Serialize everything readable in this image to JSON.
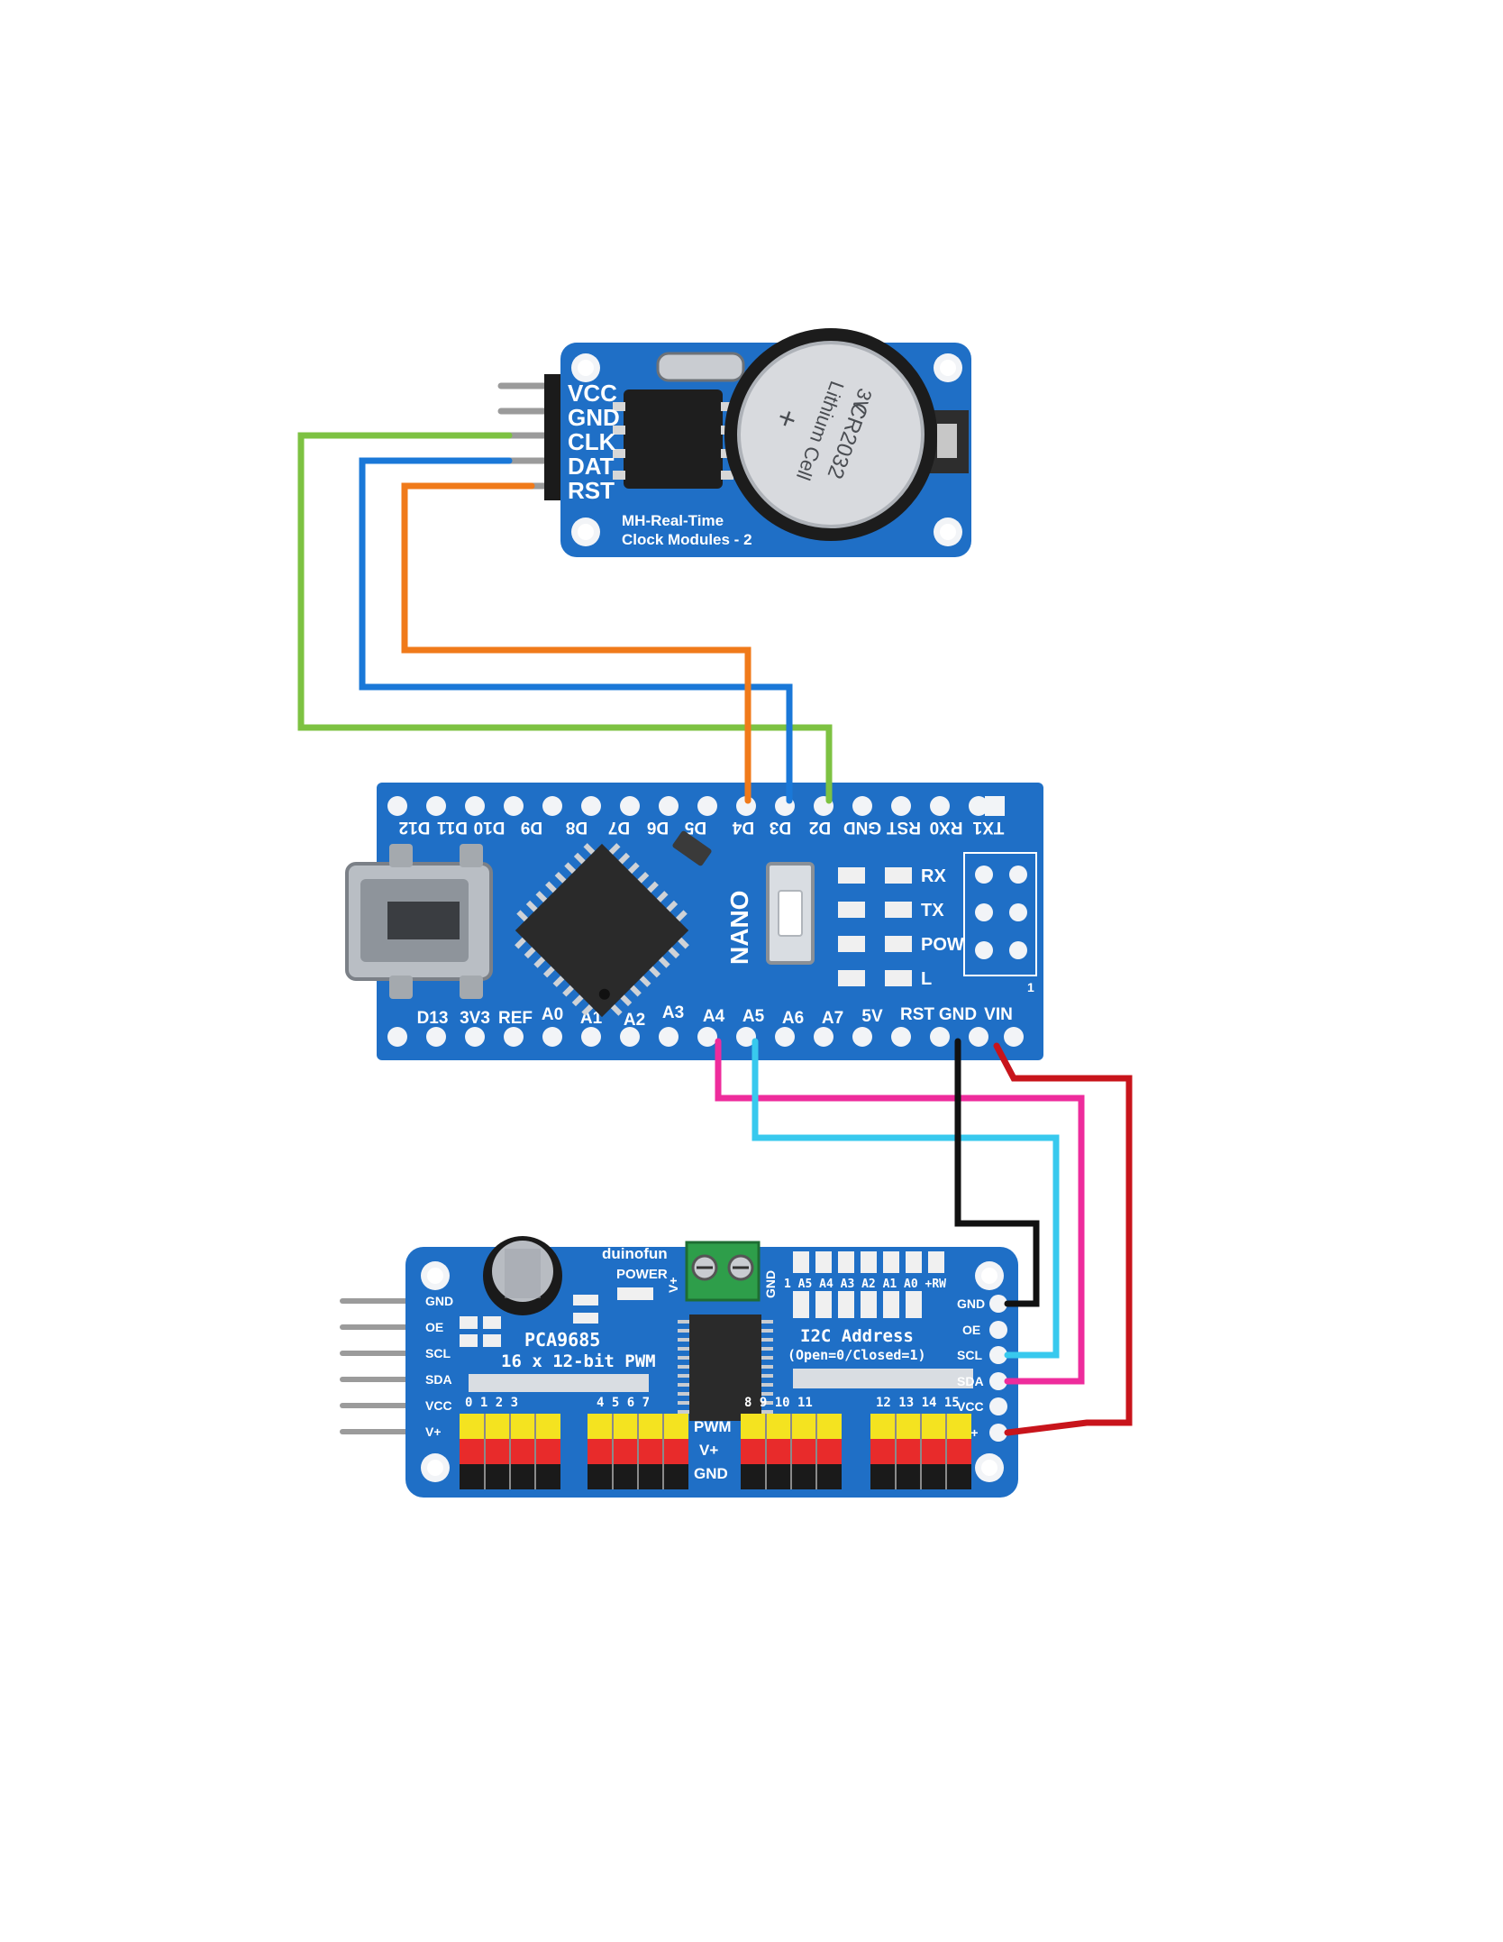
{
  "colors": {
    "pcb_blue": "#1f6fc6",
    "pcb_dark": "#135aa8",
    "pad_white": "#f2f4f7",
    "wire_green": "#7dc242",
    "wire_blue": "#1a78d8",
    "wire_orange": "#f07a1a",
    "wire_pink": "#ee2c9c",
    "wire_cyan": "#38c9ee",
    "wire_black": "#111111",
    "wire_red": "#c8141b",
    "header_yellow": "#f4e320",
    "header_red": "#e82b2b",
    "header_black": "#1a1a1a",
    "terminal_green": "#2e9e4a"
  },
  "rtc": {
    "pins": [
      "VCC",
      "GND",
      "CLK",
      "DAT",
      "RST"
    ],
    "title_line1": "MH-Real-Time",
    "title_line2": "Clock Modules - 2",
    "battery_line1": "CR2032",
    "battery_line2": "3V",
    "battery_line3": "Lithium Cell",
    "battery_plus": "+"
  },
  "nano": {
    "top_labels": [
      "D12",
      "D11",
      "D10",
      "D9",
      "D8",
      "D7",
      "D6",
      "D5",
      "D4",
      "D3",
      "D2",
      "GND",
      "RST",
      "RX0",
      "TX1"
    ],
    "bottom_labels": [
      "D13",
      "3V3",
      "REF",
      "A0",
      "A1",
      "A2",
      "A3",
      "A4",
      "A5",
      "A6",
      "A7",
      "5V",
      "RST",
      "GND",
      "VIN"
    ],
    "leds": [
      "RX",
      "TX",
      "POW",
      "L"
    ],
    "name": "NANO",
    "icsp_mark": "1"
  },
  "pca": {
    "brand": "duinofun",
    "power_label": "POWER",
    "chip_name": "PCA9685",
    "subtitle": "16 x 12-bit PWM",
    "i2c_title": "I2C Address",
    "i2c_sub": "(Open=0/Closed=1)",
    "addr_labels": "1 A5 A4 A3 A2 A1 A0 +RW",
    "left_pins": [
      "GND",
      "OE",
      "SCL",
      "SDA",
      "VCC",
      "V+"
    ],
    "right_pins": [
      "GND",
      "OE",
      "SCL",
      "SDA",
      "VCC",
      "V+"
    ],
    "terminal_plus": "V+",
    "terminal_gnd": "GND",
    "row_labels": [
      "PWM",
      "V+",
      "GND"
    ],
    "channel_groups": [
      "0  1  2  3",
      "4  5  6  7",
      "8  9  10  11",
      "12 13 14 15"
    ]
  }
}
